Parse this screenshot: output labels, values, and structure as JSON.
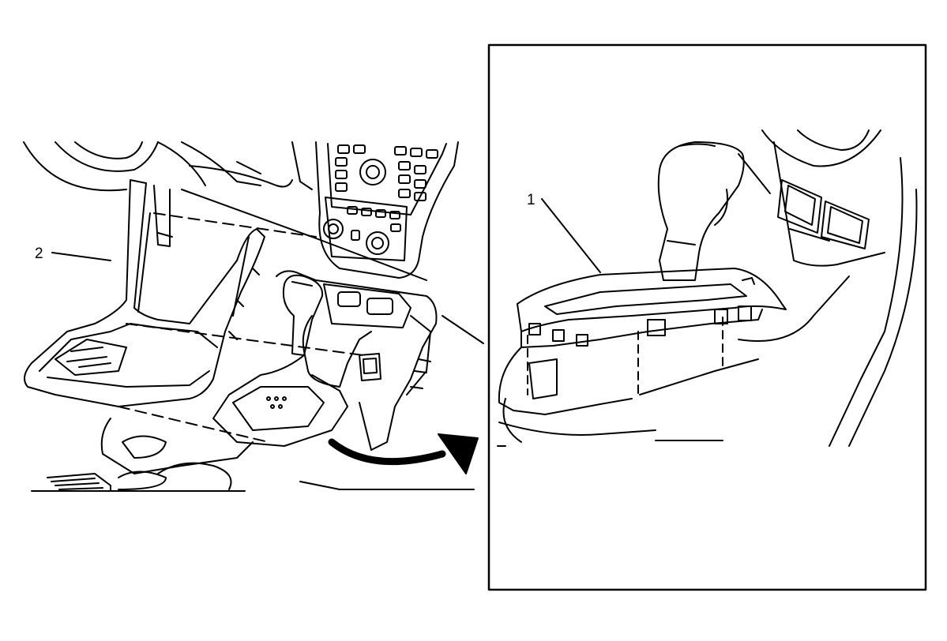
{
  "figure": {
    "left_panel": {
      "callouts": [
        {
          "id": "2",
          "label": "2"
        }
      ],
      "parts": [
        "shift-console-trim-panel",
        "center-console",
        "radio-control-panel",
        "shift-lever",
        "cup-holder",
        "removal-direction-arrow"
      ]
    },
    "right_panel": {
      "callouts": [
        {
          "id": "1",
          "label": "1"
        }
      ],
      "parts": [
        "shift-lever-knob",
        "shift-indicator-bezel",
        "switch-bank",
        "console-body"
      ]
    },
    "colors": {
      "line": "#000000",
      "background": "#ffffff"
    }
  }
}
